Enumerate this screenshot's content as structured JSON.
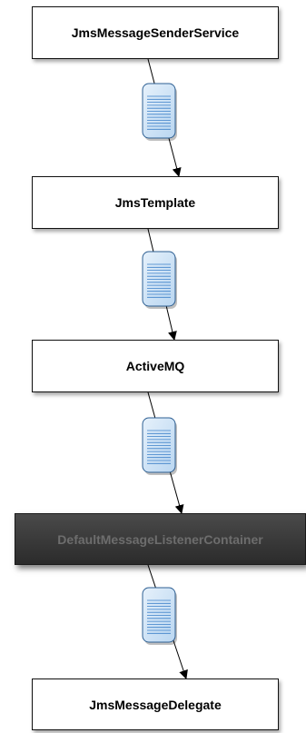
{
  "nodes": [
    {
      "label": "JmsMessageSenderService",
      "style": "plain"
    },
    {
      "label": "JmsTemplate",
      "style": "plain"
    },
    {
      "label": "ActiveMQ",
      "style": "plain"
    },
    {
      "label": "DefaultMessageListenerContainer",
      "style": "dark"
    },
    {
      "label": "JmsMessageDelegate",
      "style": "plain"
    }
  ],
  "message_icon": "document-icon",
  "colors": {
    "box_border": "#111111",
    "dark_box_fill": "#333333",
    "dark_box_text": "#6d6d6d",
    "document_fill": "#cfe4f7",
    "document_lines": "#3a7fc8",
    "arrow": "#000000"
  }
}
